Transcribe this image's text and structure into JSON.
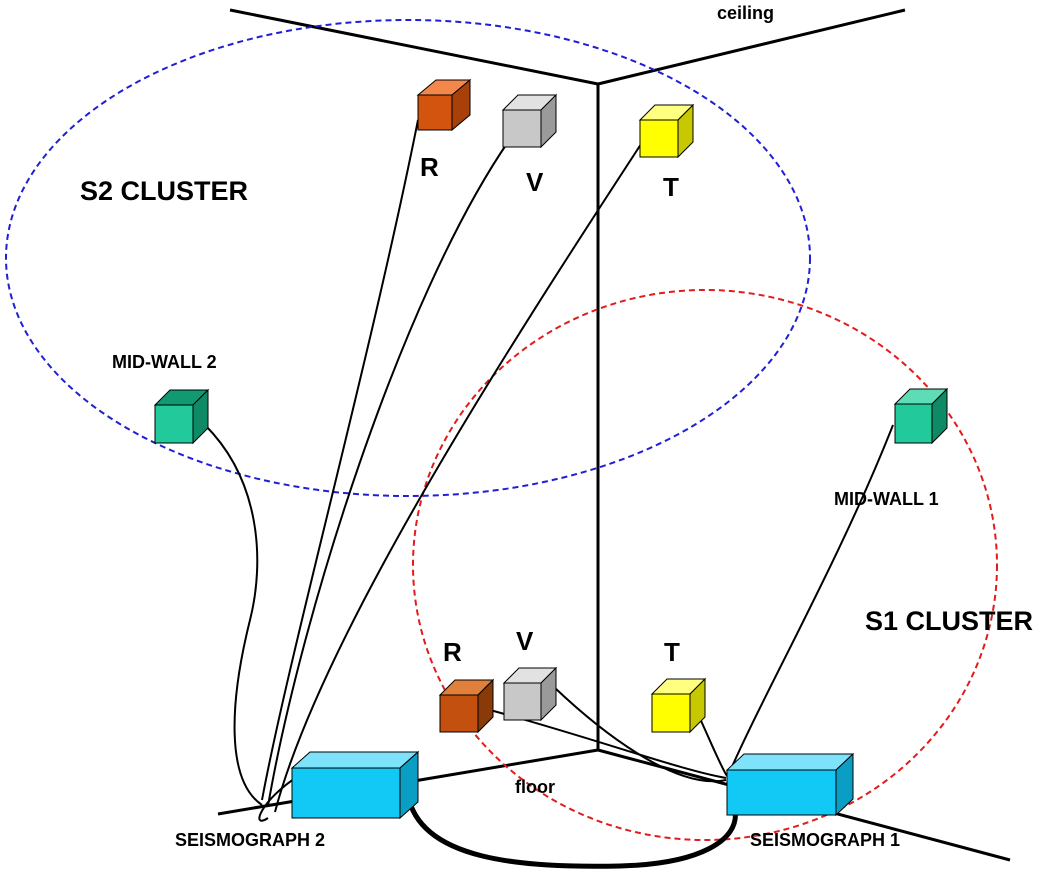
{
  "labels": {
    "ceiling": "ceiling",
    "floor": "floor",
    "s2_cluster": "S2 CLUSTER",
    "s1_cluster": "S1 CLUSTER",
    "mid_wall_2": "MID-WALL 2",
    "mid_wall_1": "MID-WALL 1",
    "seismograph_2": "SEISMOGRAPH 2",
    "seismograph_1": "SEISMOGRAPH 1"
  },
  "sensors": {
    "s2": {
      "r": "R",
      "v": "V",
      "t": "T"
    },
    "s1": {
      "r": "R",
      "v": "V",
      "t": "T"
    }
  },
  "colors": {
    "s2_cluster_outline": "#1f1fd6",
    "s1_cluster_outline": "#e01c1c",
    "sensor_r": "#d2540f",
    "sensor_v": "#c8c8c8",
    "sensor_t": "#ffff00",
    "mid_wall_sensor": "#22c99a",
    "seismograph": "#12c8f5"
  }
}
